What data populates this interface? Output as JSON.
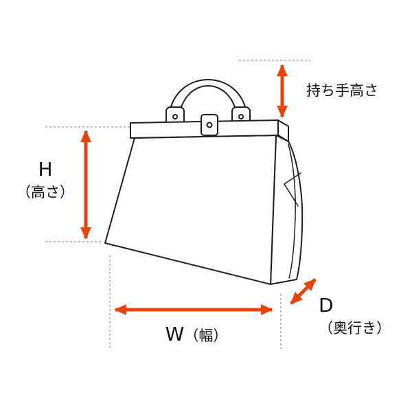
{
  "diagram": {
    "labels": {
      "handle_height": "持ち手高さ",
      "height": {
        "letter": "H",
        "caption": "（高さ）"
      },
      "width": {
        "letter": "W",
        "caption": "（幅）"
      },
      "depth": {
        "letter": "D",
        "caption": "（奥行き）"
      }
    },
    "colors": {
      "arrow": "#e8430d",
      "outline": "#1f1f1f",
      "guide": "#a8a8a8",
      "background": "#ffffff"
    }
  }
}
